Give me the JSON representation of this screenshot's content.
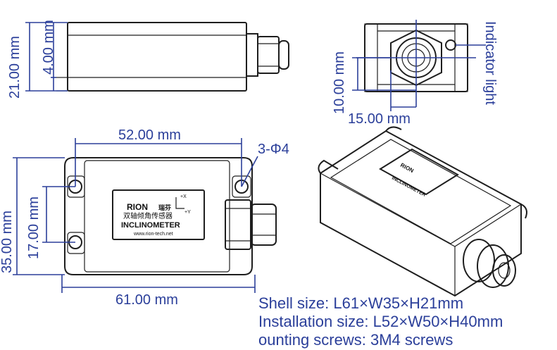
{
  "dimensions": {
    "height_total": "21.00 mm",
    "height_inner": "4.00 mm",
    "hole_height": "10.00 mm",
    "hole_width": "15.00 mm",
    "indicator": "Indicator light",
    "install_length": "52.00 mm",
    "hole_spec": "3-Φ4",
    "width_total": "35.00 mm",
    "width_install": "17.00 mm",
    "length_total": "61.00 mm"
  },
  "label": {
    "brand": "RION",
    "brand_cn": "瑞芬",
    "cn_name": "双轴倾角传感器",
    "axis_x": "+X",
    "axis_y": "+Y",
    "product": "INCLINOMETER",
    "url": "www.rion-tech.net"
  },
  "specs": [
    "Shell size: L61×W35×H21mm",
    "Installation size: L52×W50×H40mm",
    "ounting screws: 3M4 screws"
  ],
  "colors": {
    "dimension": "#2b3f9a",
    "outline": "#1e1e1e"
  }
}
